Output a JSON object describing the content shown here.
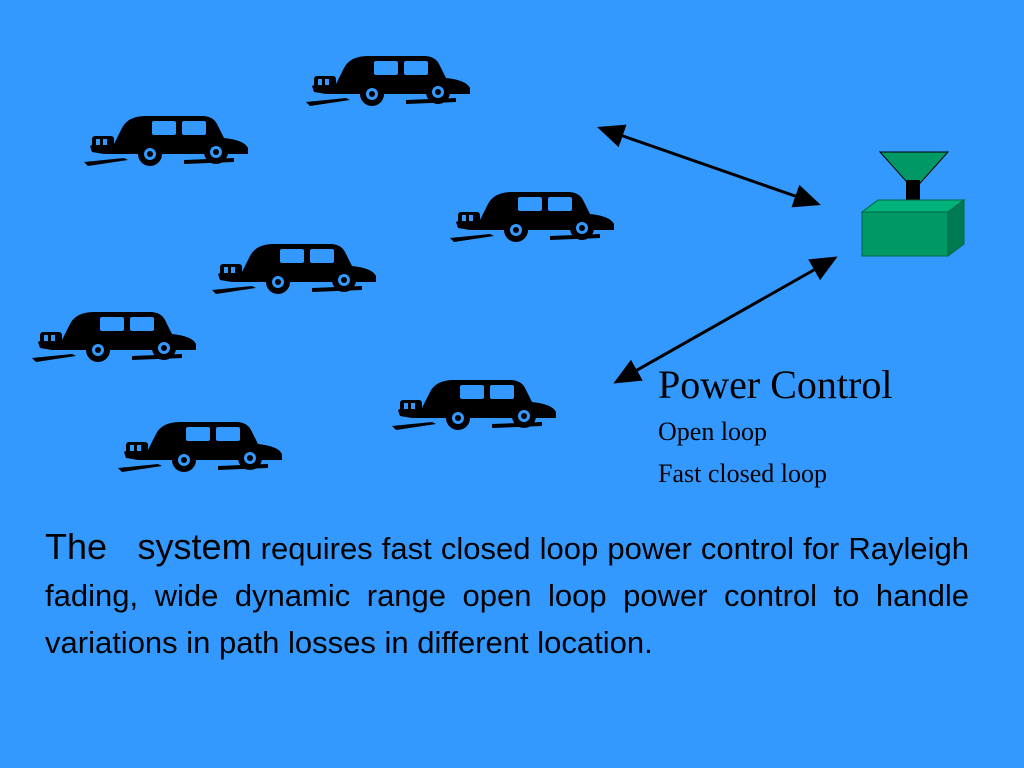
{
  "diagram": {
    "power_control": {
      "title": "Power Control",
      "items": [
        "Open loop",
        "Fast closed loop"
      ]
    }
  },
  "body": {
    "lead": "The system",
    "rest": " requires fast closed loop power control for Rayleigh fading, wide dynamic range open loop power control to handle variations in path losses in different location."
  },
  "colors": {
    "background": "#3399ff",
    "car": "#000000",
    "base_station": "#009966",
    "antenna": "#009966"
  },
  "icons": {
    "car": "car-icon",
    "base_station": "base-station-icon",
    "antenna": "antenna-icon"
  }
}
